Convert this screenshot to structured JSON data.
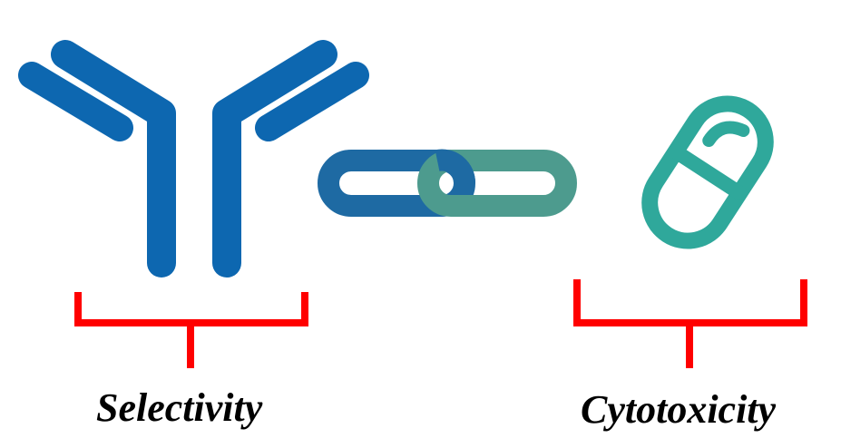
{
  "diagram": {
    "components": [
      {
        "id": "antibody",
        "icon": "antibody-icon",
        "color": "#0d67b0"
      },
      {
        "id": "linker",
        "icon": "chain-link-icon",
        "colors": [
          "#1e6aa3",
          "#4d9b8e"
        ]
      },
      {
        "id": "payload",
        "icon": "pill-capsule-icon",
        "color": "#2fa89b"
      }
    ],
    "brackets": {
      "color": "#ff0000"
    },
    "labels": {
      "left": "Selectivity",
      "right": "Cytotoxicity"
    }
  }
}
